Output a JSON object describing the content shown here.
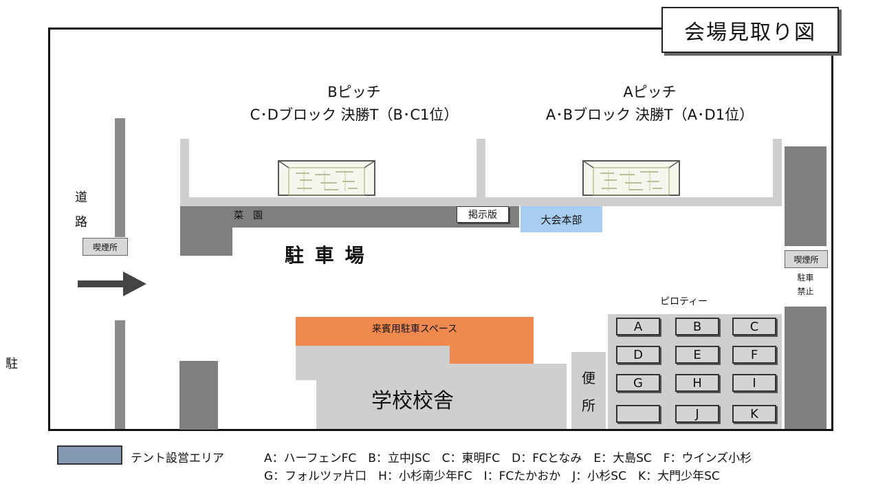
{
  "title": "会場見取り図",
  "pitches": {
    "b": {
      "name": "Bピッチ",
      "desc": "C･Dブロック 決勝T（B･C1位）"
    },
    "a": {
      "name": "Aピッチ",
      "desc": "A･Bブロック 決勝T（A･D1位）"
    }
  },
  "labels": {
    "road_1": "道",
    "road_2": "路",
    "smoking_left": "喫煙所",
    "smoking_right": "喫煙所",
    "garden": "菜　園",
    "board": "掲示版",
    "hq": "大会本部",
    "parking": "駐 車 場",
    "no_parking_1": "駐車",
    "no_parking_2": "禁止",
    "piloti": "ピロティー",
    "guest_parking": "来賓用駐車スペース",
    "school": "学校校舎",
    "toilet_1": "便",
    "toilet_2": "所",
    "outside_char": "駐"
  },
  "tents": [
    "A",
    "B",
    "C",
    "D",
    "E",
    "F",
    "G",
    "H",
    "I",
    "",
    "J",
    "K"
  ],
  "legend": {
    "tent_label": "テント設営エリア",
    "line1": "A：ハーフェンFC　B：立中JSC　C：東明FC　D：FCとなみ　E：大島SC　F：ウインズ小杉",
    "line2": "G：フォルツァ片口　H：小杉南少年FC　I：FCたかおか　J：小杉SC　K：大門少年SC"
  },
  "colors": {
    "hq": "#a7cdf0",
    "guest_parking": "#f0894f",
    "legend_swatch": "#8599b5",
    "dark_area": "#7f7f7f",
    "light_area": "#cfcfcf"
  }
}
